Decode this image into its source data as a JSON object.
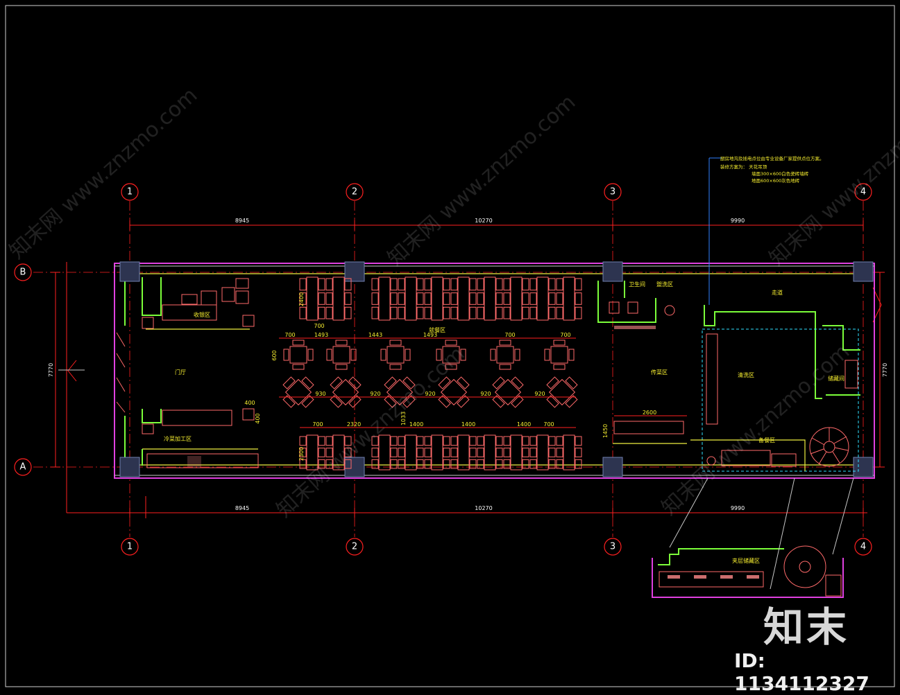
{
  "grid": {
    "cols": [
      "1",
      "2",
      "3",
      "4"
    ],
    "rows": [
      "A",
      "B"
    ]
  },
  "dimensions": {
    "top": [
      "8945",
      "10270",
      "9990"
    ],
    "bottom": [
      "8945",
      "10270",
      "9990"
    ],
    "left": "7770",
    "right": "7770"
  },
  "rooms": {
    "reception": "收银区",
    "lobby": "门厅",
    "cold_kitchen": "冷菜加工区",
    "dining": "就餐区",
    "restroom": "卫生间",
    "wash": "盥洗区",
    "corridor": "走道",
    "serving": "传菜区",
    "kitchen": "清洗区",
    "storage": "储藏间",
    "prep": "备餐区",
    "basement": "夹层储藏区"
  },
  "seating_dims": {
    "table_w": [
      "700",
      "1493",
      "1443",
      "1493",
      "700"
    ],
    "round_gap": [
      "930",
      "920",
      "920",
      "920"
    ],
    "lower_w": [
      "700",
      "2320",
      "1400",
      "1400",
      "1400",
      "700"
    ],
    "side_depth": [
      "2400",
      "2300"
    ],
    "misc": [
      "700",
      "600",
      "400",
      "400",
      "1033",
      "2600",
      "1450"
    ]
  },
  "note": {
    "lines": [
      "厨房地沟及插电点位由专业设备厂家提供点位方案。",
      "装修方案为：  天花吊顶",
      "墙面300×600白色瓷砖墙砖",
      "地面600×600灰色地砖"
    ]
  },
  "watermark": {
    "url": "www.znzmo.com",
    "cn": "知末网",
    "logo": "知末",
    "id": "ID: 1134112327"
  },
  "colors": {
    "grid": "#ff2020",
    "wall_magenta": "#e040e0",
    "wall_green": "#7cff3a",
    "text_yellow": "#f8f030",
    "furniture": "#ff6a6a",
    "column": "#2d3450"
  }
}
